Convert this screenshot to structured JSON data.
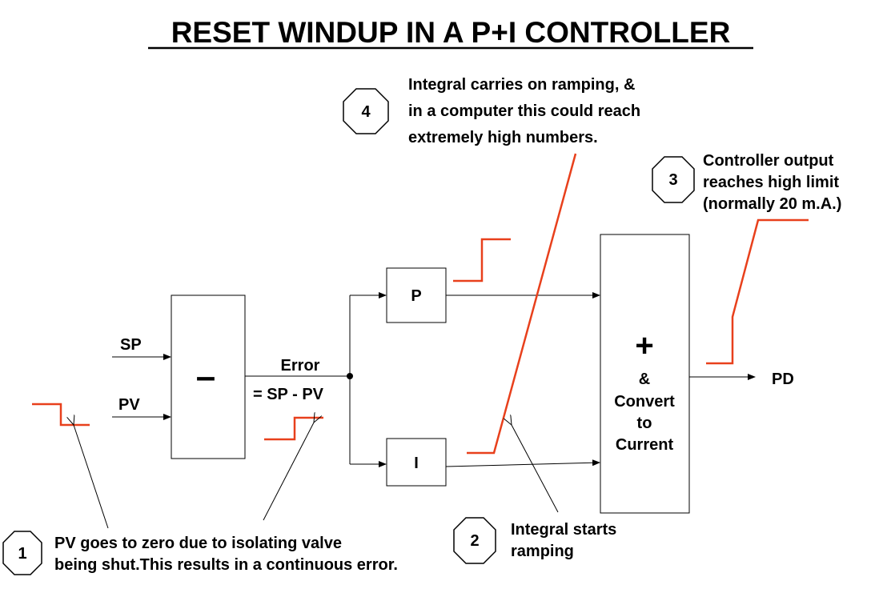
{
  "title": "RESET WINDUP IN A  P+I CONTROLLER",
  "blocks": {
    "subtract_symbol": "–",
    "p_label": "P",
    "i_label": "I",
    "sum_symbol": "+",
    "sum_lines": [
      "&",
      "Convert",
      "to",
      "Current"
    ]
  },
  "signals": {
    "sp": "SP",
    "pv": "PV",
    "error_label": "Error",
    "error_formula": "= SP - PV",
    "output": "PD"
  },
  "notes": [
    {
      "number": "1",
      "lines": [
        "PV goes to zero due to isolating valve",
        "being shut.This results in a continuous error."
      ]
    },
    {
      "number": "2",
      "lines": [
        "Integral starts",
        "ramping"
      ]
    },
    {
      "number": "3",
      "lines": [
        "Controller output",
        "reaches high limit",
        "(normally 20 m.A.)"
      ]
    },
    {
      "number": "4",
      "lines": [
        "Integral carries on ramping, &",
        "in a computer this could reach",
        "extremely high numbers."
      ]
    }
  ],
  "colors": {
    "signal_trace": "#e8401c",
    "lines": "#000000",
    "background": "#ffffff"
  }
}
